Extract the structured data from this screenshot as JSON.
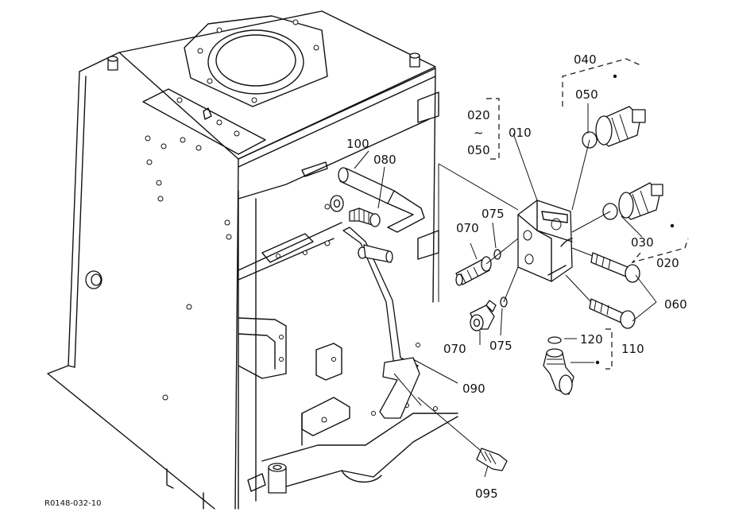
{
  "figure": {
    "reference_code": "R0148-032-10"
  },
  "labels": {
    "l040": "040",
    "l050": "050",
    "l020a": "020",
    "ltilde": "~",
    "l050b": "050",
    "l010": "010",
    "l100": "100",
    "l080": "080",
    "l075a": "075",
    "l070a": "070",
    "l030": "030",
    "l020b": "020",
    "l060": "060",
    "l070b": "070",
    "l075b": "075",
    "l120": "120",
    "l110": "110",
    "l090": "090",
    "l095": "095"
  }
}
